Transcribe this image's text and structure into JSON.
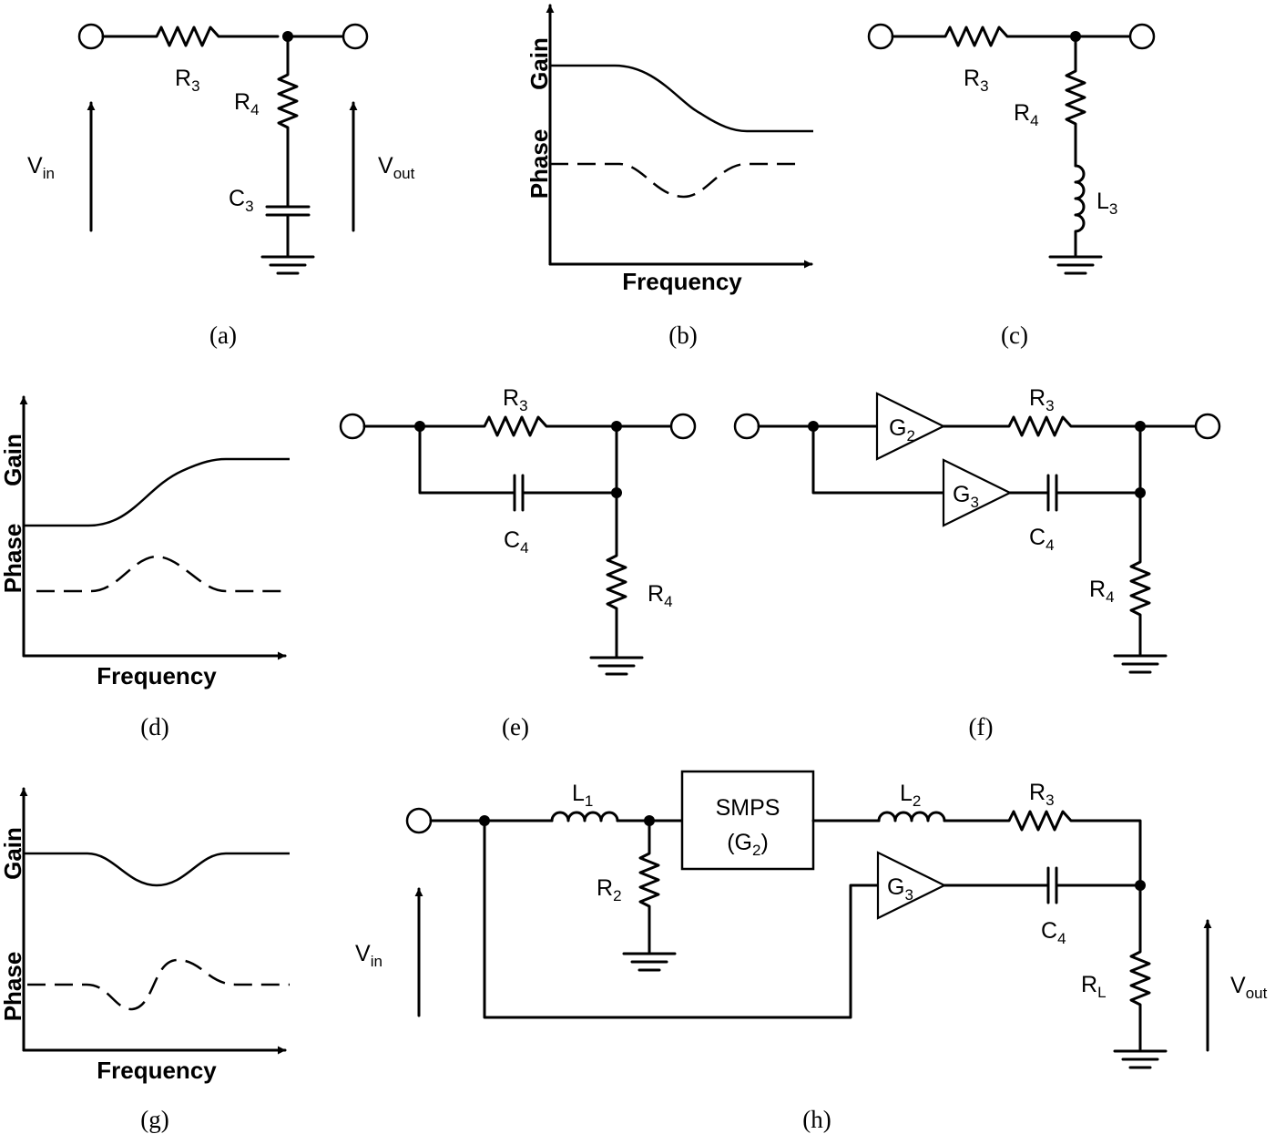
{
  "panels": {
    "a": {
      "caption": "(a)",
      "labels": {
        "r3": "R",
        "r3_sub": "3",
        "r4": "R",
        "r4_sub": "4",
        "c3": "C",
        "c3_sub": "3",
        "vin": "V",
        "vin_sub": "in",
        "vout": "V",
        "vout_sub": "out"
      }
    },
    "b": {
      "caption": "(b)",
      "ylabel_gain": "Gain",
      "ylabel_phase": "Phase",
      "xlabel": "Frequency"
    },
    "c": {
      "caption": "(c)",
      "labels": {
        "r3": "R",
        "r3_sub": "3",
        "r4": "R",
        "r4_sub": "4",
        "l3": "L",
        "l3_sub": "3"
      }
    },
    "d": {
      "caption": "(d)",
      "ylabel_gain": "Gain",
      "ylabel_phase": "Phase",
      "xlabel": "Frequency"
    },
    "e": {
      "caption": "(e)",
      "labels": {
        "r3": "R",
        "r3_sub": "3",
        "c4": "C",
        "c4_sub": "4",
        "r4": "R",
        "r4_sub": "4"
      }
    },
    "f": {
      "caption": "(f)",
      "labels": {
        "g2": "G",
        "g2_sub": "2",
        "g3": "G",
        "g3_sub": "3",
        "r3": "R",
        "r3_sub": "3",
        "c4": "C",
        "c4_sub": "4",
        "r4": "R",
        "r4_sub": "4"
      }
    },
    "g": {
      "caption": "(g)",
      "ylabel_gain": "Gain",
      "ylabel_phase": "Phase",
      "xlabel": "Frequency"
    },
    "h": {
      "caption": "(h)",
      "labels": {
        "l1": "L",
        "l1_sub": "1",
        "r2": "R",
        "r2_sub": "2",
        "smps": "SMPS",
        "smps_g_open": "(G",
        "smps_g_sub": "2",
        "smps_g_close": ")",
        "l2": "L",
        "l2_sub": "2",
        "r3": "R",
        "r3_sub": "3",
        "g3": "G",
        "g3_sub": "3",
        "c4": "C",
        "c4_sub": "4",
        "rl": "R",
        "rl_sub": "L",
        "vin": "V",
        "vin_sub": "in",
        "vout": "V",
        "vout_sub": "out"
      }
    }
  }
}
